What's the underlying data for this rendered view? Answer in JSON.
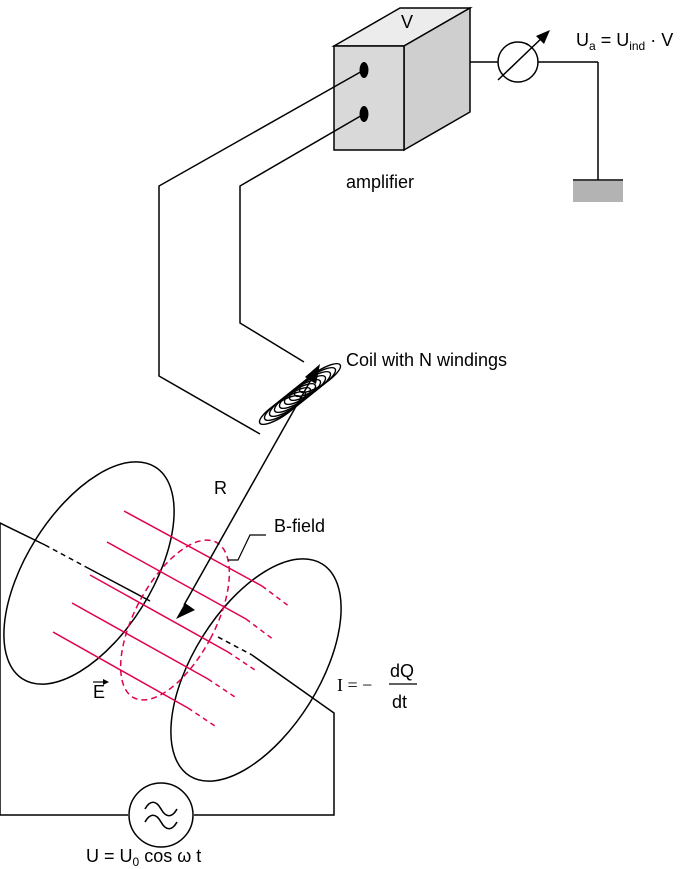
{
  "labels": {
    "amplifier_gain": "V",
    "amplifier": "amplifier",
    "output_voltage": {
      "base": "U",
      "base_sub": "a",
      "equals": " = U",
      "ind_sub": "ind",
      "times_v": " · V"
    },
    "coil": "Coil with N windings",
    "radius": "R",
    "b_field": "B-field",
    "e_field": "E",
    "current": {
      "lhs": "I = −",
      "numerator": "dQ",
      "denominator": "dt"
    },
    "source_voltage": {
      "lhs": "U = U",
      "sub": "0",
      "rhs": " cos ω t"
    }
  },
  "colors": {
    "line": "#000000",
    "field": "#e0004f",
    "box_front": "#d9d9d9",
    "box_top": "#ececec",
    "box_side": "#cfcfcf",
    "ground": "#b3b3b3"
  }
}
